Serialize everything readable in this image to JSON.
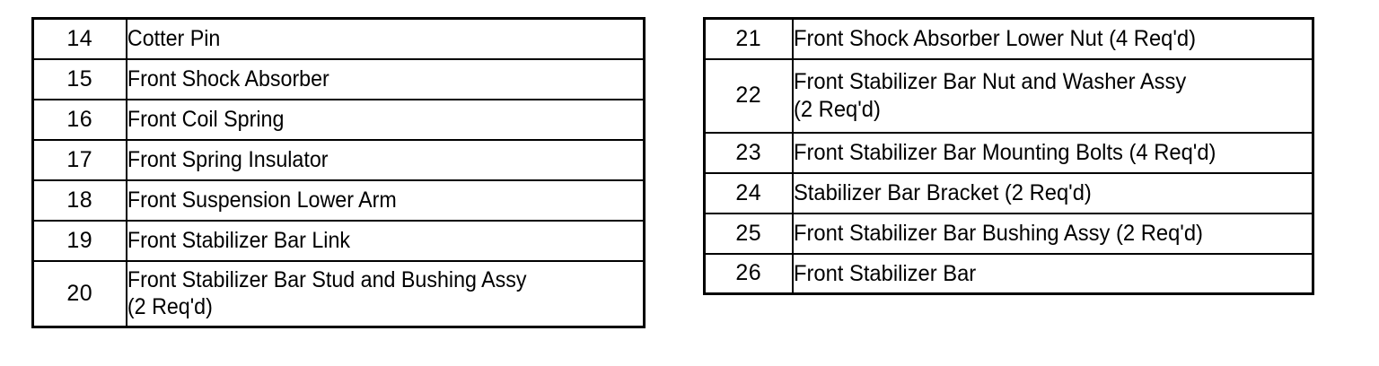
{
  "document": {
    "kind": "parts-legend-tables",
    "background_color": "#ffffff",
    "ink_color": "#000000",
    "table_count": 2
  },
  "tables": [
    {
      "id": "left",
      "name": "parts-table-left",
      "columns": [
        "item-number",
        "part-description"
      ],
      "rows": [
        {
          "number": "14",
          "description": "Cotter Pin",
          "line2": ""
        },
        {
          "number": "15",
          "description": "Front Shock Absorber",
          "line2": ""
        },
        {
          "number": "16",
          "description": "Front Coil Spring",
          "line2": ""
        },
        {
          "number": "17",
          "description": "Front Spring Insulator",
          "line2": ""
        },
        {
          "number": "18",
          "description": "Front Suspension Lower Arm",
          "line2": ""
        },
        {
          "number": "19",
          "description": "Front Stabilizer Bar Link",
          "line2": ""
        },
        {
          "number": "20",
          "description": "Front Stabilizer Bar Stud and Bushing Assy",
          "line2": "(2 Req'd)"
        }
      ]
    },
    {
      "id": "right",
      "name": "parts-table-right",
      "columns": [
        "item-number",
        "part-description"
      ],
      "rows": [
        {
          "number": "21",
          "description": "Front Shock Absorber Lower Nut (4 Req'd)",
          "line2": ""
        },
        {
          "number": "22",
          "description": "Front Stabilizer Bar Nut and Washer Assy",
          "line2": "(2 Req'd)"
        },
        {
          "number": "23",
          "description": "Front Stabilizer Bar Mounting Bolts (4 Req'd)",
          "line2": ""
        },
        {
          "number": "24",
          "description": "Stabilizer Bar Bracket (2 Req'd)",
          "line2": ""
        },
        {
          "number": "25",
          "description": "Front Stabilizer Bar Bushing Assy (2 Req'd)",
          "line2": ""
        },
        {
          "number": "26",
          "description": "Front Stabilizer Bar",
          "line2": ""
        }
      ]
    }
  ]
}
